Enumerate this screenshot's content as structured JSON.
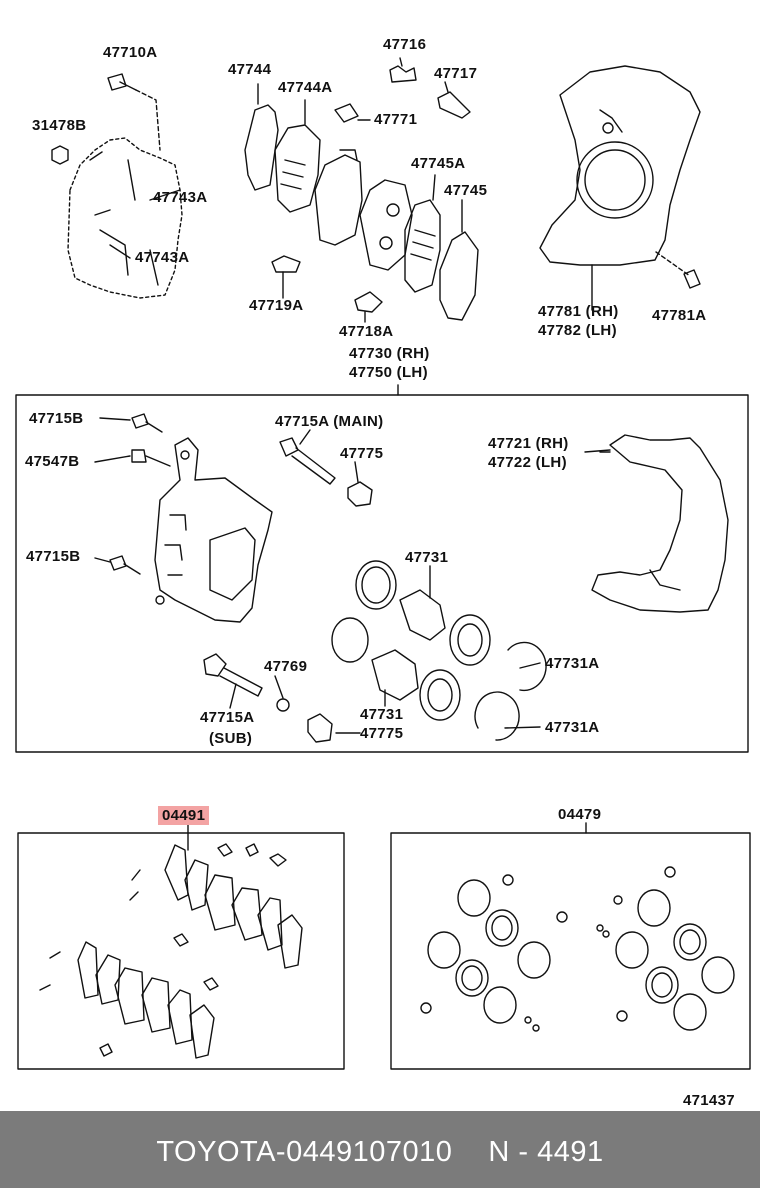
{
  "labels": {
    "p47710A": "47710A",
    "p31478B": "31478B",
    "p47744": "47744",
    "p47744A": "47744A",
    "p47716": "47716",
    "p47717": "47717",
    "p47771": "47771",
    "p47745A": "47745A",
    "p47745": "47745",
    "p47743A_1": "47743A",
    "p47743A_2": "47743A",
    "p47719A": "47719A",
    "p47718A": "47718A",
    "p47781RH": "47781 (RH)",
    "p47782LH": "47782 (LH)",
    "p47781A": "47781A",
    "p47730RH": "47730 (RH)",
    "p47750LH": "47750 (LH)",
    "p47715B_1": "47715B",
    "p47547B": "47547B",
    "p47715B_2": "47715B",
    "p47715A_main": "47715A (MAIN)",
    "p47775_1": "47775",
    "p47721RH": "47721 (RH)",
    "p47722LH": "47722 (LH)",
    "p47731_1": "47731",
    "p47731A_1": "47731A",
    "p47769": "47769",
    "p47715A_sub_1": "47715A",
    "p47715A_sub_2": "(SUB)",
    "p47731_2": "47731",
    "p47775_2": "47775",
    "p47731A_2": "47731A",
    "kit_04491": "04491",
    "kit_04479": "04479",
    "diagram_no": "471437"
  },
  "highlight_color": "#f3a3a3",
  "footer": {
    "brand": "TOYOTA",
    "sep": " - ",
    "part_number": "0449107010",
    "ref": "N - 4491",
    "bg_color": "#7b7b7b"
  }
}
